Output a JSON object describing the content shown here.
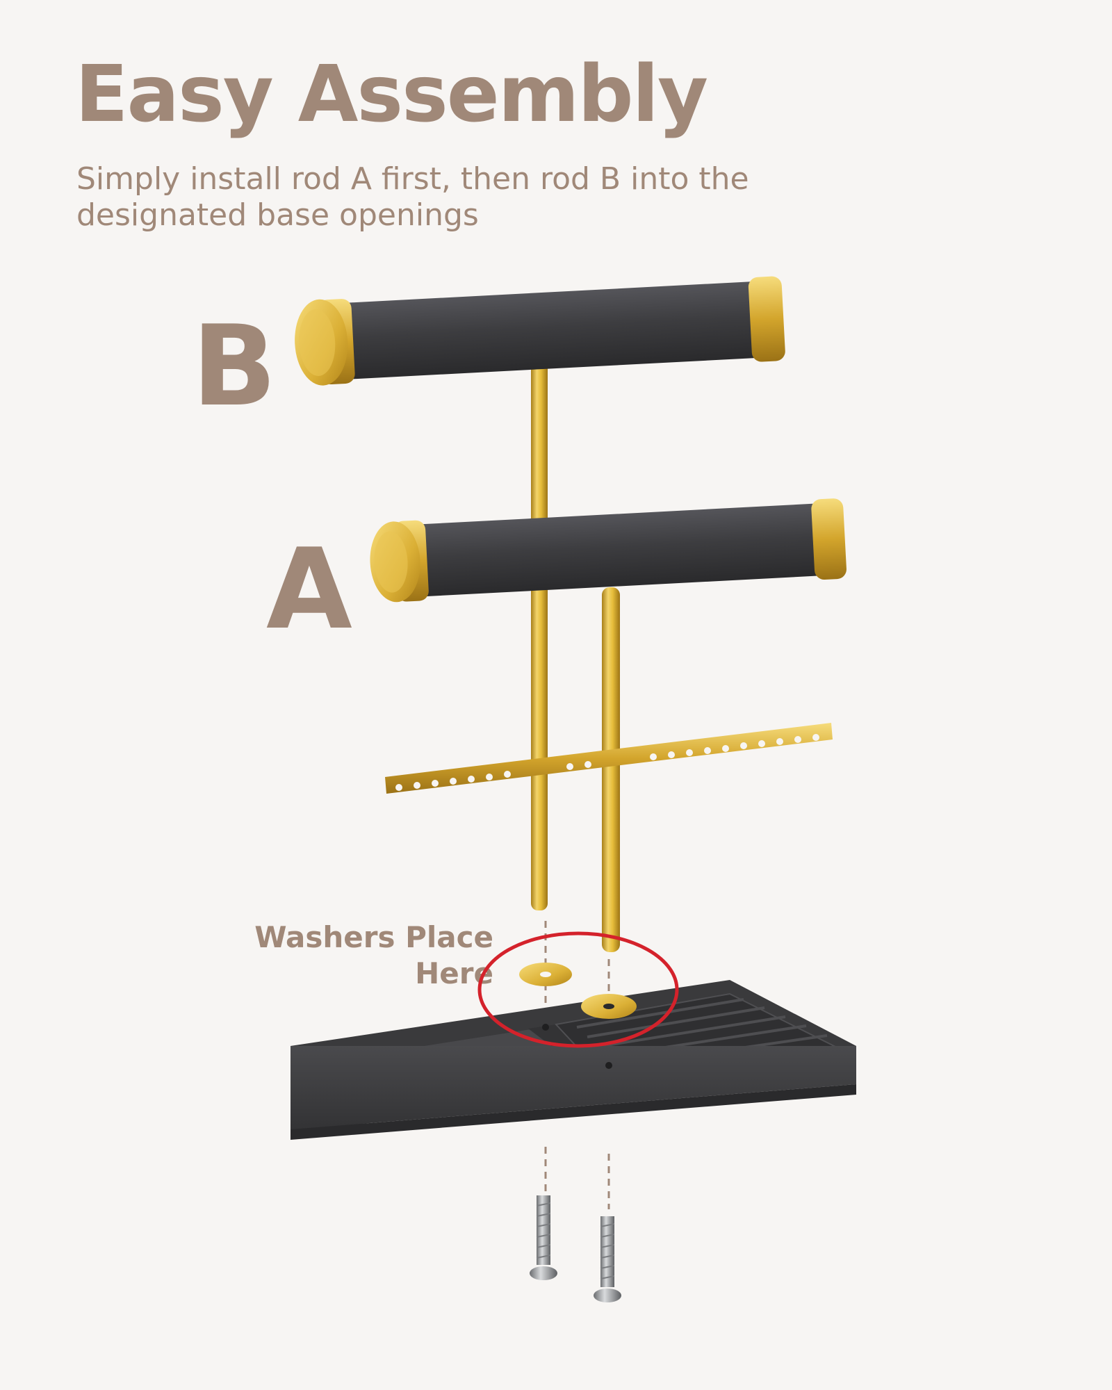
{
  "header": {
    "title": "Easy Assembly",
    "subtitle_lines": [
      "Simply install rod A first, then rod B into the",
      "designated base openings"
    ]
  },
  "labels": {
    "rod_b": "B",
    "rod_a": "A"
  },
  "callout": {
    "lines": [
      "Washers Place",
      "Here"
    ]
  },
  "colors": {
    "text": "#a08878",
    "background": "#f7f5f3",
    "gold": "#d9ae2a",
    "leather": "#3f3f41",
    "highlight": "#d4222b",
    "dashed_guide": "#a08878"
  },
  "icons": [
    "rod-b-icon",
    "rod-a-icon",
    "earring-bar-icon",
    "washer-icon",
    "tray-icon",
    "screw-icon",
    "highlight-circle-icon"
  ]
}
